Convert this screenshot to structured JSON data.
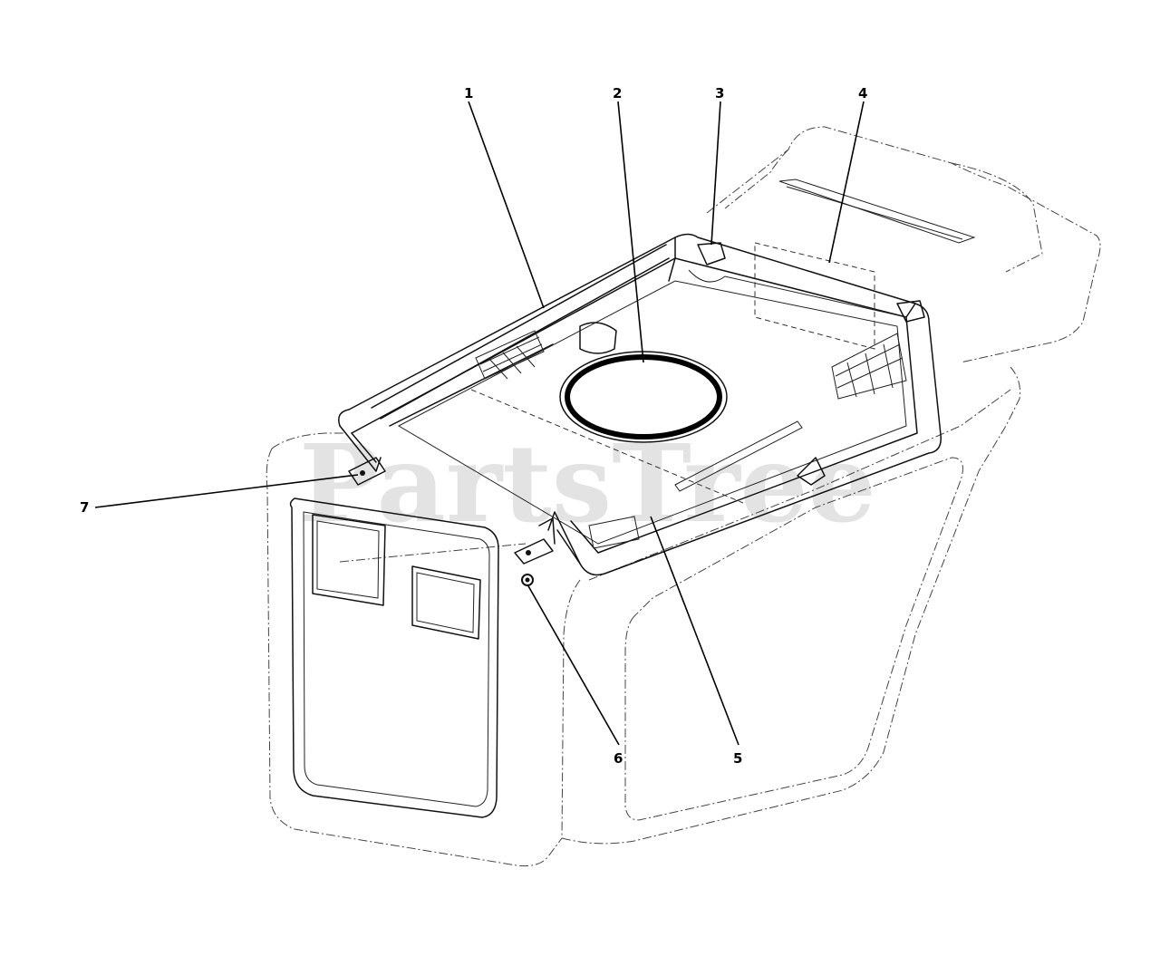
{
  "watermark": {
    "text": "PartsTree"
  },
  "callouts": [
    {
      "id": "1",
      "label": "1"
    },
    {
      "id": "2",
      "label": "2"
    },
    {
      "id": "3",
      "label": "3"
    },
    {
      "id": "4",
      "label": "4"
    },
    {
      "id": "5",
      "label": "5"
    },
    {
      "id": "6",
      "label": "6"
    },
    {
      "id": "7",
      "label": "7"
    }
  ],
  "colors": {
    "line": "#111111",
    "watermark": "#cccccc",
    "background": "#ffffff"
  }
}
